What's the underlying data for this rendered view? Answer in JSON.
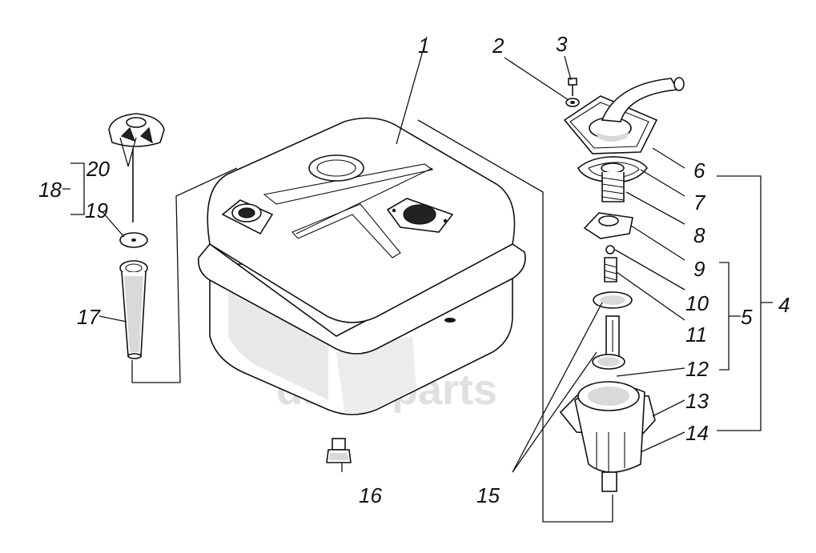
{
  "watermark": {
    "text": "dalm-parts",
    "icon": "dp-logo-icon",
    "color": "#bdbdbd"
  },
  "callouts": [
    {
      "id": "1",
      "label": "1"
    },
    {
      "id": "2",
      "label": "2"
    },
    {
      "id": "3",
      "label": "3"
    },
    {
      "id": "4",
      "label": "4"
    },
    {
      "id": "5",
      "label": "5"
    },
    {
      "id": "6",
      "label": "6"
    },
    {
      "id": "7",
      "label": "7"
    },
    {
      "id": "8",
      "label": "8"
    },
    {
      "id": "9",
      "label": "9"
    },
    {
      "id": "10",
      "label": "10"
    },
    {
      "id": "11",
      "label": "11"
    },
    {
      "id": "12",
      "label": "12"
    },
    {
      "id": "13",
      "label": "13"
    },
    {
      "id": "14",
      "label": "14"
    },
    {
      "id": "15",
      "label": "15"
    },
    {
      "id": "16",
      "label": "16"
    },
    {
      "id": "17",
      "label": "17"
    },
    {
      "id": "18",
      "label": "18"
    },
    {
      "id": "19",
      "label": "19"
    },
    {
      "id": "20",
      "label": "20"
    }
  ]
}
